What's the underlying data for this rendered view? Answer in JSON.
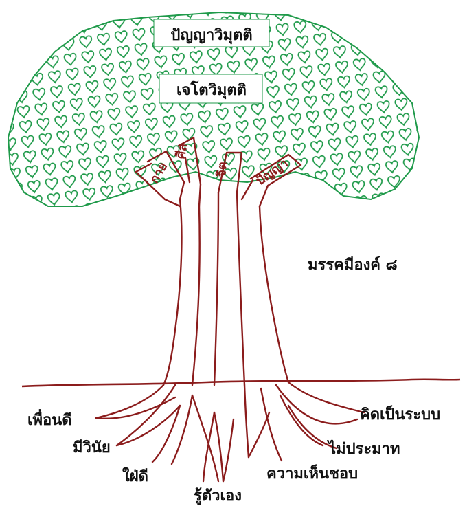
{
  "colors": {
    "canopy": "#1f9a4a",
    "trunk": "#8b1c1c",
    "ground": "#8b1c1c",
    "text": "#111111"
  },
  "canopy": {
    "top_label": "ปัญญาวิมุตติ",
    "second_label": "เจโตวิมุตติ"
  },
  "branches": {
    "kaya": "กาย",
    "sila": "ศีล",
    "jit": "จิต",
    "panya": "ปัญญา"
  },
  "trunk_label": "มรรคมีองค์ ๘",
  "roots": {
    "good_friend": "เพื่อนดี",
    "discipline": "มีวินัย",
    "aspiration": "ใฝ่ดี",
    "self_knowing": "รู้ตัวเอง",
    "right_view": "ความเห็นชอบ",
    "heedfulness": "ไม่ประมาท",
    "systematic_thinking": "คิดเป็นระบบ"
  }
}
